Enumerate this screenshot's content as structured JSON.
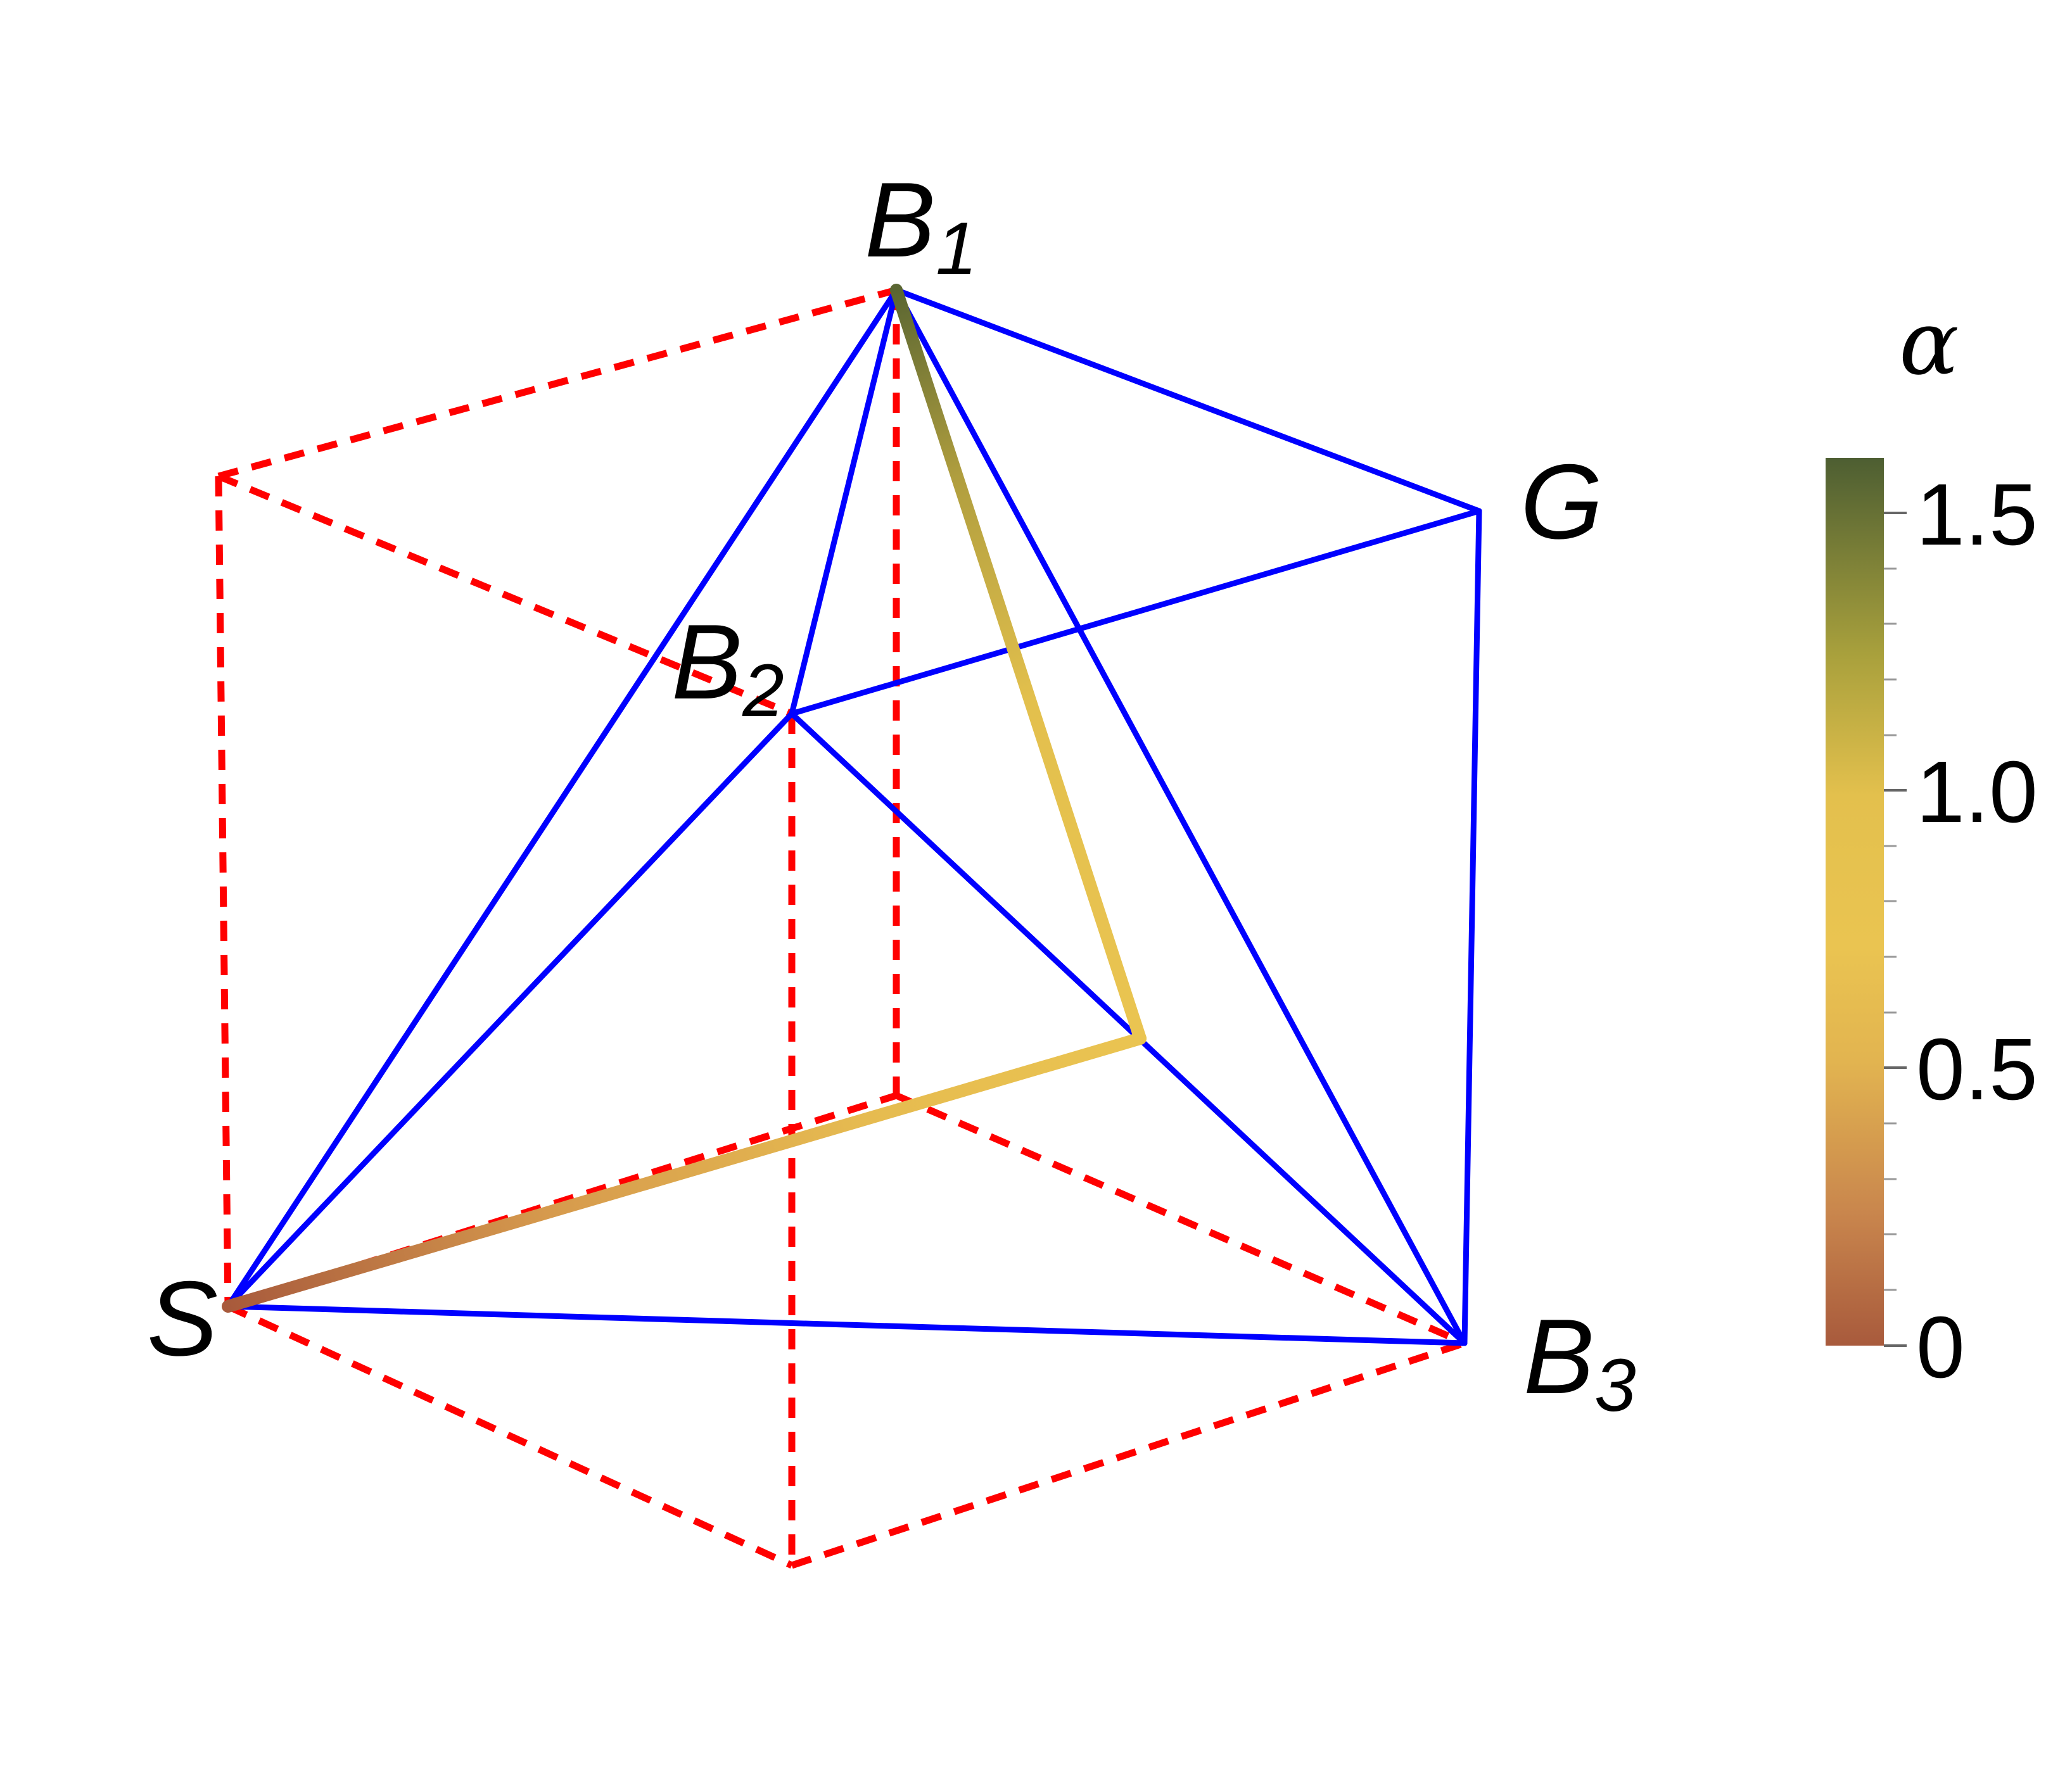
{
  "vertices": [
    {
      "id": "S",
      "name": "S",
      "sub": ""
    },
    {
      "id": "B1",
      "name": "B",
      "sub": "1"
    },
    {
      "id": "B2",
      "name": "B",
      "sub": "2"
    },
    {
      "id": "B3",
      "name": "B",
      "sub": "3"
    },
    {
      "id": "G",
      "name": "G",
      "sub": ""
    }
  ],
  "colors": {
    "cube_edges": "#ff0000",
    "simplex_edges": "#0000ff",
    "path_gradient": [
      "#a85a3c",
      "#c9864d",
      "#e2b450",
      "#e9c44f",
      "#c8a840",
      "#8a8a35",
      "#4d5e32"
    ]
  },
  "colorbar": {
    "title": "α",
    "ticks": [
      "0",
      "0.5",
      "1.0",
      "1.5"
    ],
    "min": 0,
    "max": 1.6
  }
}
